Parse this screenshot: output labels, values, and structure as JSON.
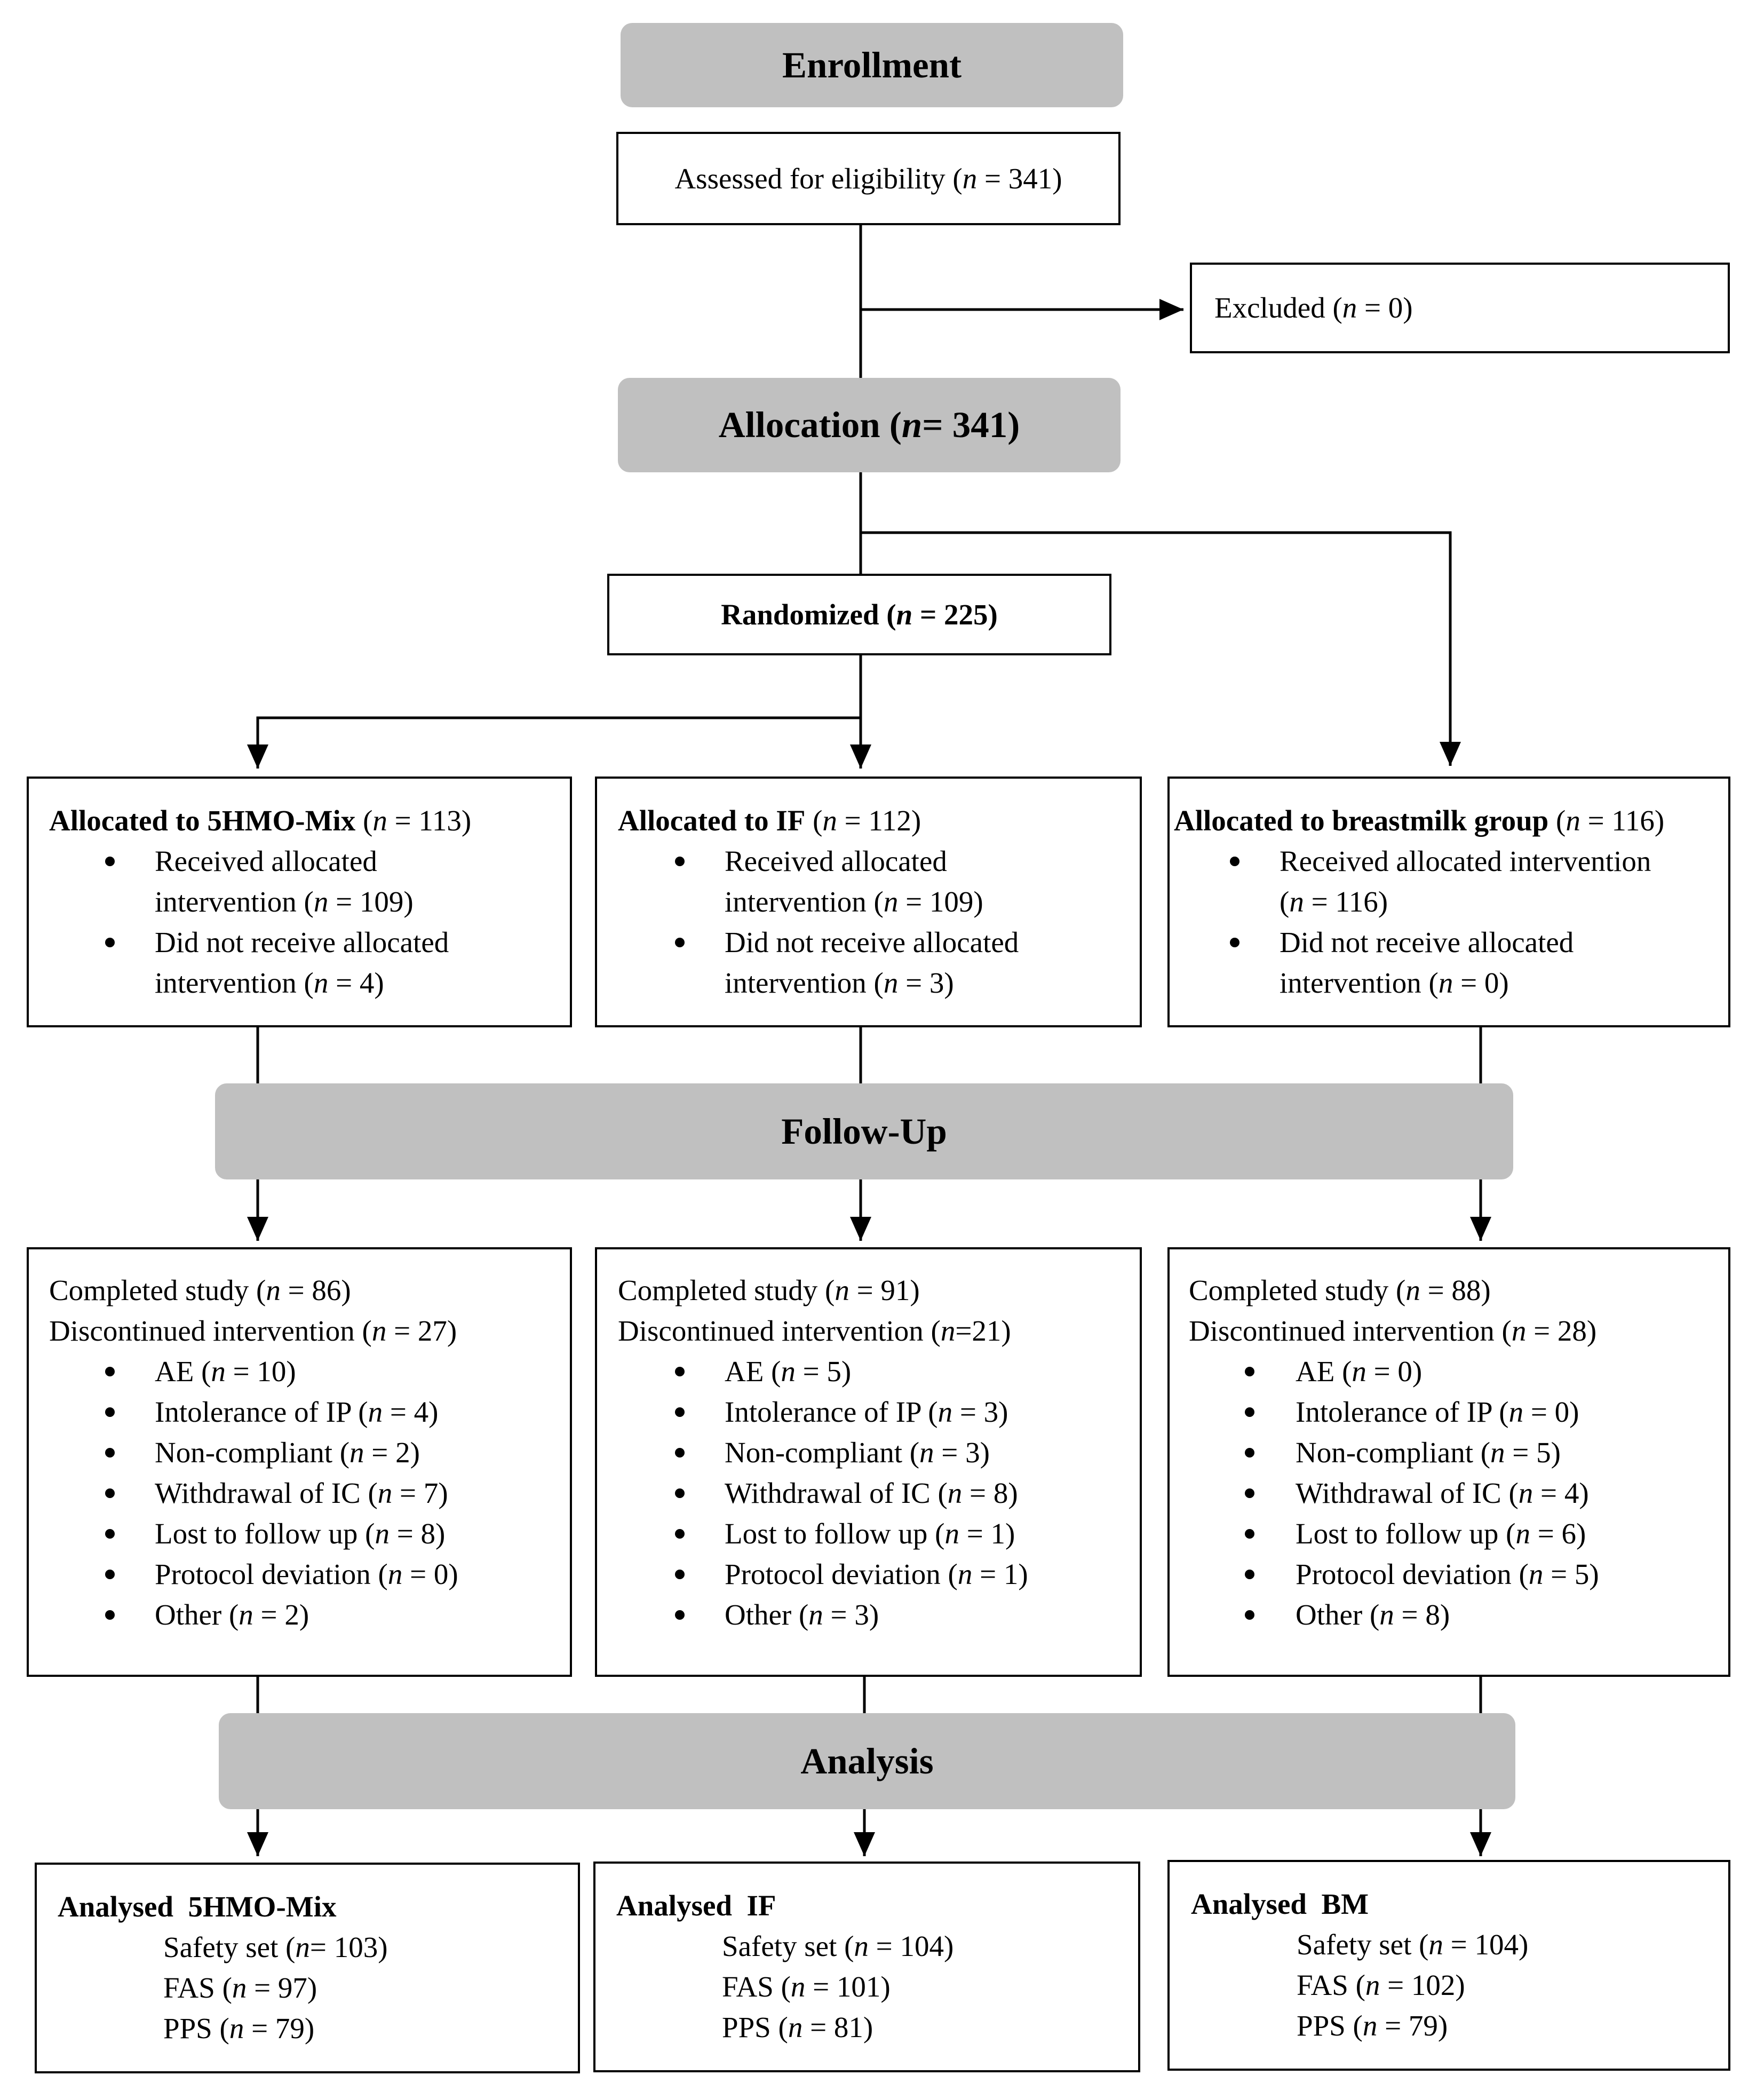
{
  "stages": {
    "enrollment": "Enrollment",
    "allocation": "Allocation (n = 341)",
    "follow_up": "Follow-Up",
    "analysis": "Analysis"
  },
  "enrollment": {
    "assessed": "Assessed for eligibility (n = 341)",
    "excluded": "Excluded (n = 0)"
  },
  "randomized": "Randomized (n = 225)",
  "allocated": [
    {
      "title": "Allocated to 5HMO-Mix",
      "count": "(n = 113)",
      "items": [
        [
          "Received allocated",
          "intervention (n = 109)"
        ],
        [
          "Did not receive allocated",
          "intervention (n = 4)"
        ]
      ]
    },
    {
      "title": "Allocated to IF",
      "count": "(n = 112)",
      "items": [
        [
          "Received allocated",
          "intervention (n = 109)"
        ],
        [
          "Did not receive allocated",
          "intervention (n = 3)"
        ]
      ]
    },
    {
      "title": "Allocated to breastmilk group",
      "count": "(n = 116)",
      "items": [
        [
          "Received allocated intervention",
          "(n = 116)"
        ],
        [
          "Did not receive allocated",
          "intervention (n = 0)"
        ]
      ]
    }
  ],
  "followup": [
    {
      "completed": "Completed study (n = 86)",
      "discontinued": "Discontinued intervention (n = 27)",
      "reasons": [
        "AE (n = 10)",
        "Intolerance of IP (n = 4)",
        "Non-compliant (n = 2)",
        "Withdrawal of IC (n = 7)",
        "Lost to follow up (n = 8)",
        "Protocol deviation (n = 0)",
        "Other (n = 2)"
      ]
    },
    {
      "completed": "Completed study (n = 91)",
      "discontinued": "Discontinued intervention (n=21)",
      "reasons": [
        "AE (n = 5)",
        "Intolerance of IP (n = 3)",
        "Non-compliant (n = 3)",
        "Withdrawal of IC (n = 8)",
        "Lost to follow up (n = 1)",
        "Protocol deviation (n = 1)",
        "Other (n = 3)"
      ]
    },
    {
      "completed": "Completed study (n = 88)",
      "discontinued": "Discontinued intervention (n = 28)",
      "reasons": [
        "AE (n = 0)",
        "Intolerance of IP (n = 0)",
        "Non-compliant (n = 5)",
        "Withdrawal of IC (n = 4)",
        "Lost to follow up (n = 6)",
        "Protocol deviation (n = 5)",
        "Other (n = 8)"
      ]
    }
  ],
  "analysed": [
    {
      "title": "Analysed  5HMO-Mix",
      "lines": [
        "Safety set (n= 103)",
        "FAS (n = 97)",
        "PPS (n = 79)"
      ]
    },
    {
      "title": "Analysed  IF",
      "lines": [
        "Safety set (n = 104)",
        "FAS (n = 101)",
        "PPS (n = 81)"
      ]
    },
    {
      "title": "Analysed  BM",
      "lines": [
        "Safety set (n = 104)",
        "FAS (n = 102)",
        "PPS (n = 79)"
      ]
    }
  ]
}
